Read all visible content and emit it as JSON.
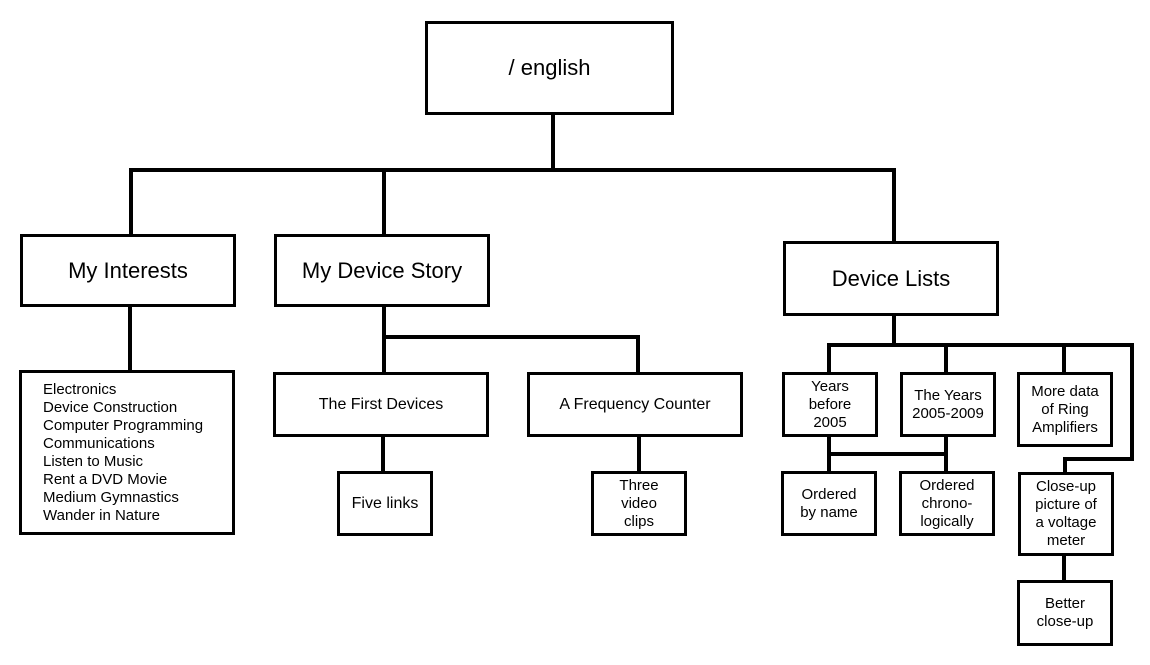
{
  "diagram": {
    "root": {
      "label": "/ english"
    },
    "interests": {
      "label": "My Interests",
      "items": [
        "Electronics",
        "Device Construction",
        "Computer Programming",
        "Communications",
        "Listen to Music",
        "Rent a DVD Movie",
        "Medium Gymnastics",
        "Wander in Nature"
      ]
    },
    "story": {
      "label": "My Device Story",
      "first_devices": {
        "label": "The First Devices"
      },
      "five_links": {
        "label": "Five links"
      },
      "frequency_counter": {
        "label": "A Frequency Counter"
      },
      "video_clips": {
        "label": "Three video clips"
      }
    },
    "lists": {
      "label": "Device Lists",
      "before_2005": {
        "label": "Years before 2005"
      },
      "years_2005_2009": {
        "label": "The Years 2005-2009"
      },
      "ring_amplifiers": {
        "label": "More data of Ring Amplifiers"
      },
      "ordered_by_name": {
        "label": "Ordered by name"
      },
      "ordered_chrono": {
        "label": "Ordered chrono-logically"
      },
      "voltage_meter": {
        "label": "Close-up picture of a voltage meter"
      },
      "better_closeup": {
        "label": "Better close-up"
      }
    }
  }
}
